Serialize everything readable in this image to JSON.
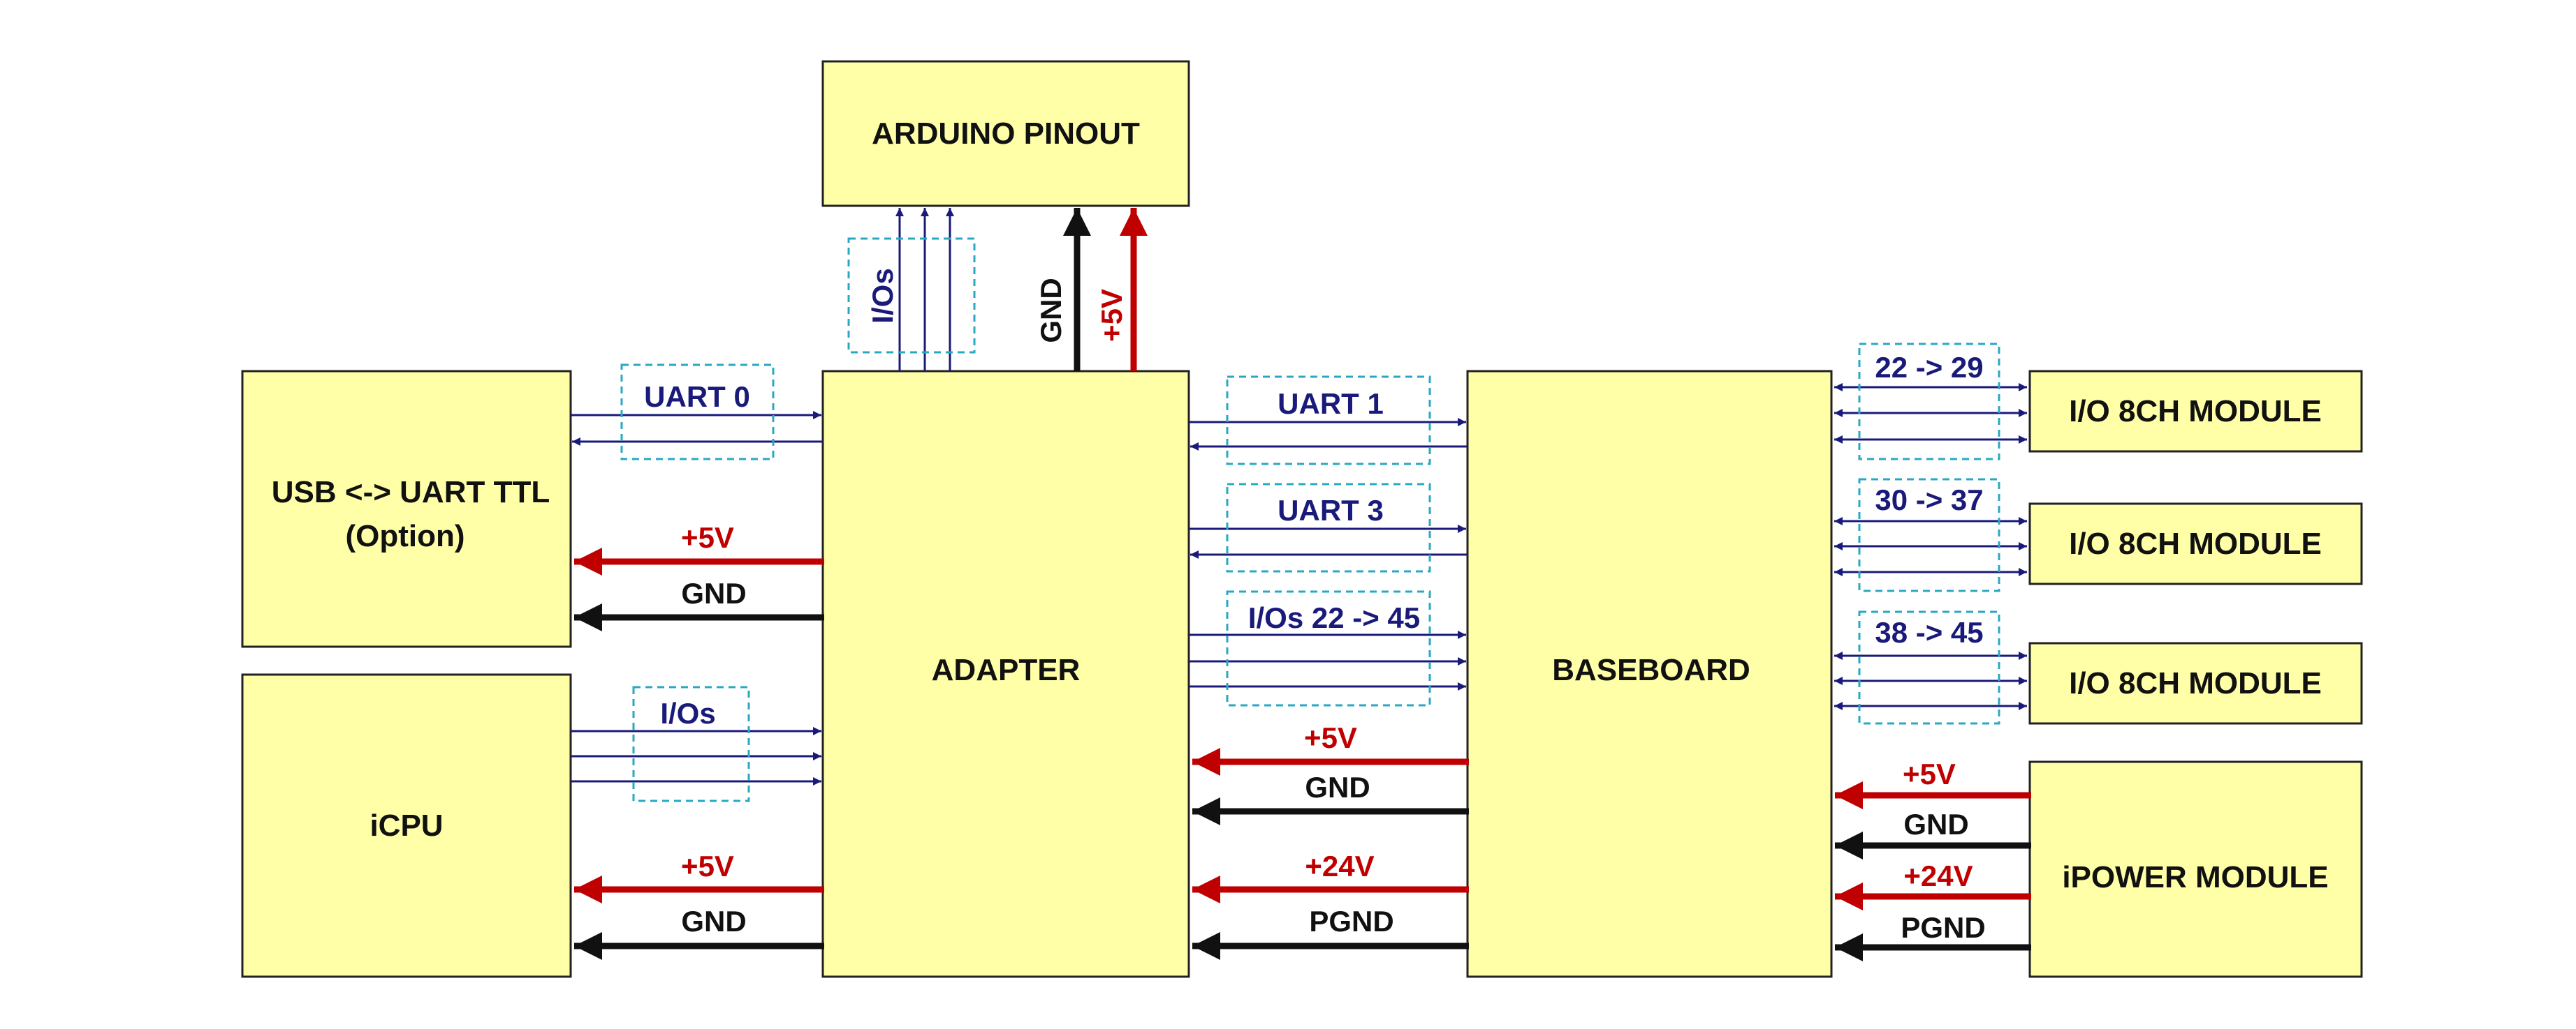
{
  "colors": {
    "block_fill": "#ffffa8",
    "signal": "#1a1a7a",
    "power_5v": "#c00000",
    "ground": "#111111",
    "group_box": "#29a8c4"
  },
  "blocks": {
    "arduino": "ARDUINO PINOUT",
    "usb_line1": "USB <-> UART TTL",
    "usb_line2": "(Option)",
    "icpu": "iCPU",
    "adapter": "ADAPTER",
    "baseboard": "BASEBOARD",
    "io_module_1": "I/O 8CH MODULE",
    "io_module_2": "I/O 8CH MODULE",
    "io_module_3": "I/O 8CH MODULE",
    "ipower": "iPOWER MODULE"
  },
  "labels": {
    "uart0": "UART 0",
    "uart1": "UART 1",
    "uart3": "UART 3",
    "ios_adapter_arduino": "I/Os",
    "ios_icpu": "I/Os",
    "ios_22_45": "I/Os 22 -> 45",
    "range_22_29": "22 -> 29",
    "range_30_37": "30 -> 37",
    "range_38_45": "38 -> 45",
    "arduino_gnd": "GND",
    "arduino_5v": "+5V",
    "usb_5v": "+5V",
    "usb_gnd": "GND",
    "icpu_5v": "+5V",
    "icpu_gnd": "GND",
    "base_5v": "+5V",
    "base_gnd": "GND",
    "base_24v": "+24V",
    "base_pgnd": "PGND",
    "pwr_5v": "+5V",
    "pwr_gnd": "GND",
    "pwr_24v": "+24V",
    "pwr_pgnd": "PGND"
  }
}
